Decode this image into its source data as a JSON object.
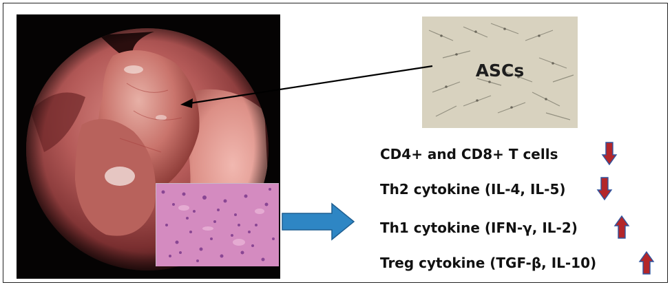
{
  "labels": {
    "ascs": "ASCs"
  },
  "effects": [
    {
      "text": "CD4+ and CD8+ T cells",
      "direction": "down"
    },
    {
      "text": "Th2 cytokine (IL-4, IL-5)",
      "direction": "down"
    },
    {
      "text": "Th1 cytokine (IFN-γ, IL-2)",
      "direction": "up"
    },
    {
      "text": "Treg cytokine (TGF-β, IL-10)",
      "direction": "up"
    }
  ],
  "colors": {
    "arrow_fill": "#b3262a",
    "arrow_outline": "#2f55a0",
    "connector_blue": "#2e86c4",
    "pointer": "#000000"
  }
}
